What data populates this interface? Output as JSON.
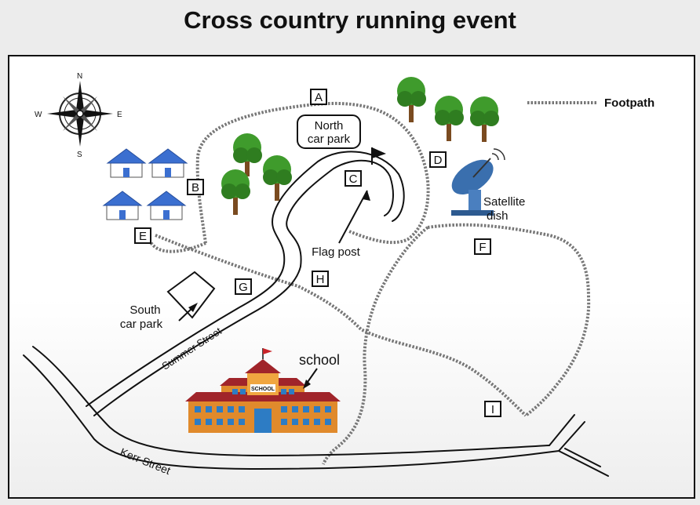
{
  "title": "Cross country running event",
  "checkpoints": [
    "A",
    "B",
    "C",
    "D",
    "E",
    "F",
    "G",
    "H",
    "I"
  ],
  "labels": {
    "north_car_park": [
      "North",
      "car park"
    ],
    "south_car_park": [
      "South",
      "car park"
    ],
    "flag_post": "Flag post",
    "satellite_dish": [
      "Satellite",
      "dish"
    ],
    "school": "school",
    "school_sign": "SCHOOL",
    "summer_street": "Summer Street",
    "kerr_street": "Kerr Street",
    "footpath": "Footpath"
  },
  "compass": {
    "n": "N",
    "e": "E",
    "s": "S",
    "w": "W"
  },
  "colors": {
    "road_outline": "#111111",
    "footpath": "#777777",
    "house_wall": "#ffffff",
    "house_roof": "#3b6fd0",
    "school_wall": "#e08a2c",
    "school_roof": "#a0242a",
    "tree": "#3f9b2c"
  }
}
